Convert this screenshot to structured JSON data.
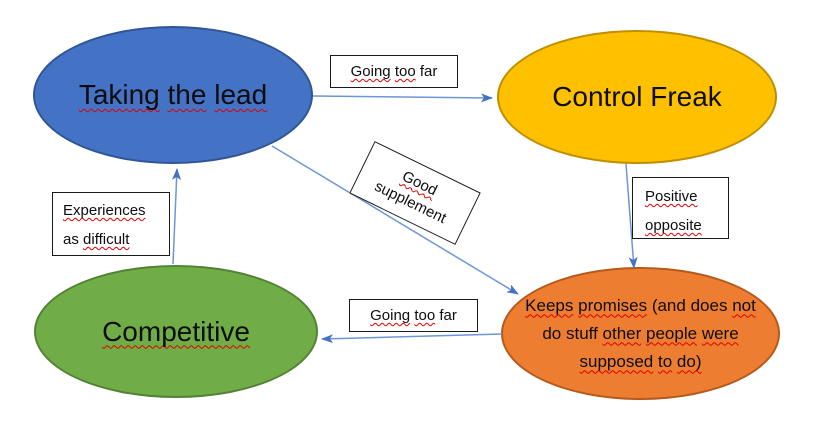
{
  "colors": {
    "background": "#ffffff",
    "arrow_line": "#6D96D5",
    "arrow_head": "#4472C4",
    "label_box_border": "#1a1a1a",
    "label_box_bg": "#ffffff",
    "text": "#0d0d0d",
    "spellcheck_squiggle": "#E00000"
  },
  "nodes": {
    "taking_the_lead": {
      "text": "Taking the lead",
      "lines": [
        [
          [
            "Taking",
            1
          ],
          [
            "the",
            1
          ],
          [
            "lead",
            1
          ]
        ]
      ],
      "fill": "#4472C4",
      "border": "#2F5597"
    },
    "control_freak": {
      "text": "Control Freak",
      "lines": [
        [
          [
            "Control",
            0
          ],
          [
            "Freak",
            0
          ]
        ]
      ],
      "fill": "#FFC000",
      "border": "#BF8F00"
    },
    "competitive": {
      "text": "Competitive",
      "lines": [
        [
          [
            "Competitive",
            1
          ]
        ]
      ],
      "fill": "#70AD47",
      "border": "#538135"
    },
    "keeps_promises": {
      "text": "Keeps promises (and does not do stuff other people were supposed to do)",
      "lines": [
        [
          [
            "Keeps",
            1
          ],
          [
            "promises",
            1
          ],
          [
            "(and",
            0
          ],
          [
            "does",
            0
          ],
          [
            "not",
            1
          ]
        ],
        [
          [
            "do",
            0
          ],
          [
            "stuff",
            0
          ],
          [
            "other",
            1
          ],
          [
            "people",
            1
          ],
          [
            "were",
            1
          ]
        ],
        [
          [
            "supposed",
            1
          ],
          [
            "to",
            1
          ],
          [
            "do)",
            1
          ]
        ]
      ],
      "fill": "#ED7D31",
      "border": "#B55A1B"
    }
  },
  "edge_labels": {
    "going_too_far_top": {
      "text": "Going too far",
      "lines": [
        [
          [
            "Going",
            1
          ],
          [
            "too",
            1
          ],
          [
            "far",
            0
          ]
        ]
      ]
    },
    "good_supplement": {
      "text": "Good supplement",
      "lines": [
        [
          [
            "Good",
            1
          ]
        ],
        [
          [
            "supplement",
            0
          ]
        ]
      ]
    },
    "experiences_as_difficult": {
      "text": "Experiences as difficult",
      "lines": [
        [
          [
            "Experiences",
            1
          ]
        ],
        [
          [
            "as",
            0
          ],
          [
            "difficult",
            1
          ]
        ]
      ]
    },
    "positive_opposite": {
      "text": "Positive opposite",
      "lines": [
        [
          [
            "Positive",
            1
          ]
        ],
        [
          [
            "opposite",
            1
          ]
        ]
      ]
    },
    "going_too_far_bottom": {
      "text": "Going too far",
      "lines": [
        [
          [
            "Going",
            1
          ],
          [
            "too",
            1
          ],
          [
            "far",
            0
          ]
        ]
      ]
    }
  },
  "edges": [
    {
      "from": "Taking the lead",
      "to": "Control Freak",
      "label": "Going too far"
    },
    {
      "from": "Taking the lead",
      "to": "Keeps promises (and does not do stuff other people were supposed to do)",
      "label": "Good supplement"
    },
    {
      "from": "Control Freak",
      "to": "Keeps promises (and does not do stuff other people were supposed to do)",
      "label": "Positive opposite"
    },
    {
      "from": "Keeps promises (and does not do stuff other people were supposed to do)",
      "to": "Competitive",
      "label": "Going too far"
    },
    {
      "from": "Competitive",
      "to": "Taking the lead",
      "label": "Experiences as difficult"
    }
  ]
}
